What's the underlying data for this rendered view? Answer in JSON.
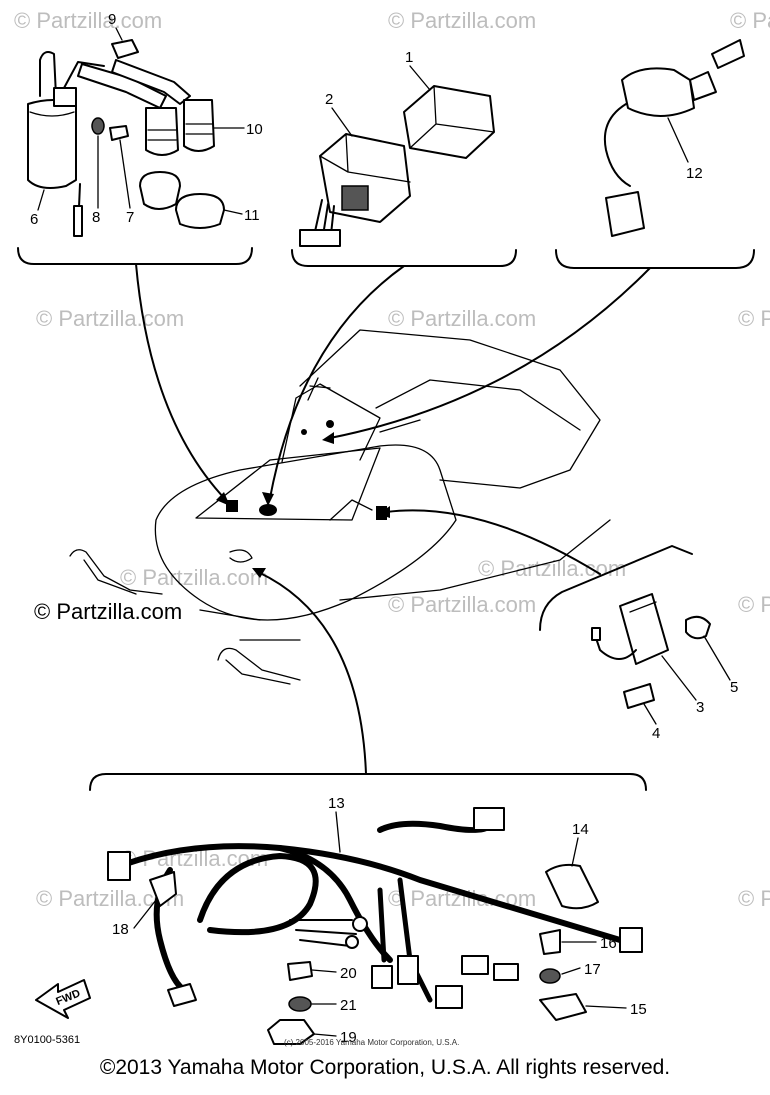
{
  "watermarks": [
    "© Partzilla.com",
    "© Partzilla.com",
    "© Partzilla.com",
    "© Partzilla.com",
    "© Partzilla.com",
    "© Partzilla.com",
    "© Partzilla.com",
    "© Partzilla.com",
    "© Partzilla.com",
    "© Partzilla.com",
    "© Partzilla.com",
    "© Partzilla.com",
    "© Partzilla.com",
    "© Partzilla.com"
  ],
  "callouts": [
    "1",
    "2",
    "3",
    "4",
    "5",
    "6",
    "7",
    "8",
    "9",
    "10",
    "11",
    "12",
    "13",
    "14",
    "15",
    "16",
    "17",
    "18",
    "19",
    "20",
    "21"
  ],
  "fwd_label": "FWD",
  "part_code": "8Y0100-5361",
  "small_copyright": "(c) 2005-2016 Yamaha Motor Corporation, U.S.A.",
  "copyright": "©2013 Yamaha Motor Corporation, U.S.A. All rights reserved.",
  "colors": {
    "ink": "#000000",
    "watermark": "#bdbdbd",
    "background": "#ffffff"
  }
}
